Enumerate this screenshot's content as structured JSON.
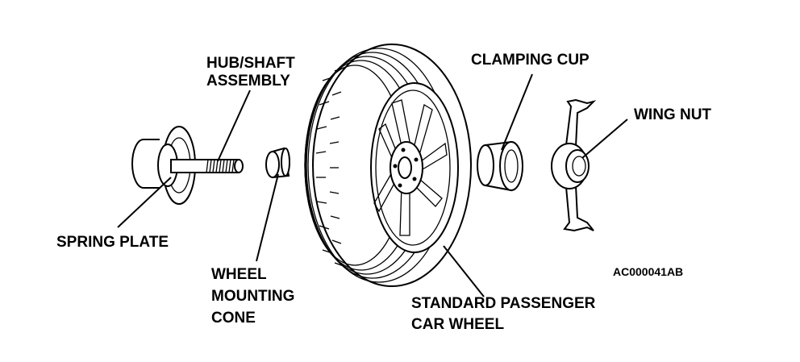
{
  "labels": {
    "hub_shaft_1": "HUB/SHAFT",
    "hub_shaft_2": "ASSEMBLY",
    "clamping_cup": "CLAMPING CUP",
    "wing_nut": "WING NUT",
    "spring_plate": "SPRING PLATE",
    "wheel_cone_1": "WHEEL",
    "wheel_cone_2": "MOUNTING",
    "wheel_cone_3": "CONE",
    "car_wheel_1": "STANDARD PASSENGER",
    "car_wheel_2": "CAR WHEEL",
    "figure_code": "AC000041AB"
  }
}
